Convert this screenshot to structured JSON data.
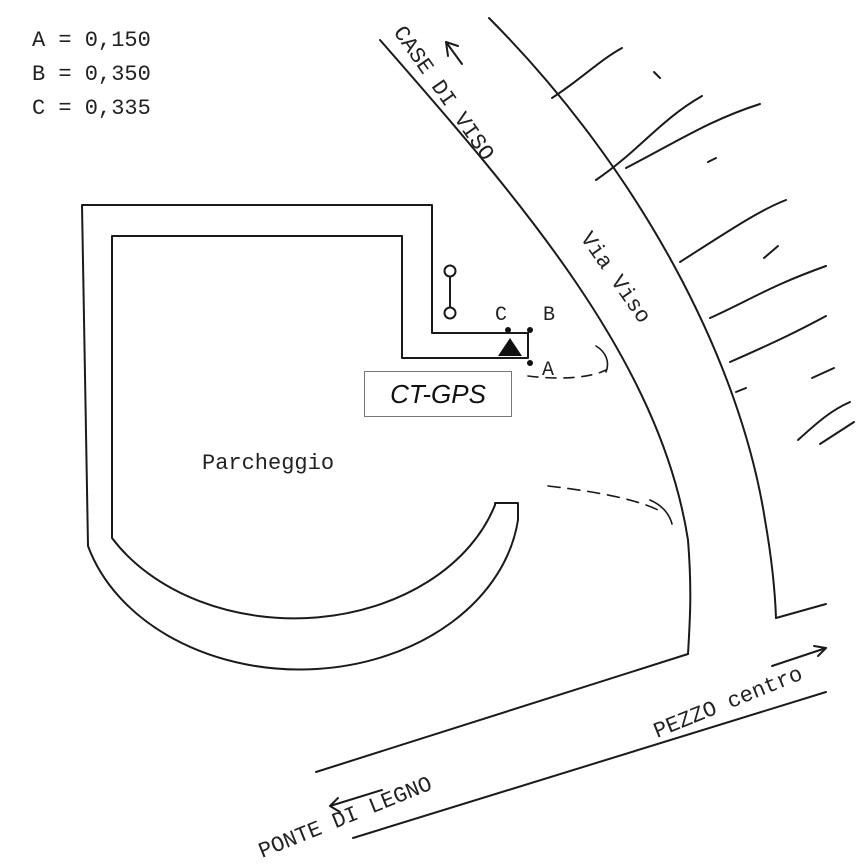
{
  "legend": [
    {
      "label": "A",
      "value": "A = 0,150"
    },
    {
      "label": "B",
      "value": "B = 0,350"
    },
    {
      "label": "C",
      "value": "C = 0,335"
    }
  ],
  "station": {
    "label": "CT-GPS"
  },
  "points": {
    "a": "A",
    "b": "B",
    "c": "C"
  },
  "places": {
    "parking": "Parcheggio",
    "road": "Via Viso",
    "case_di_viso": "CASE DI VISO",
    "pezzo_centro": "PEZZO centro",
    "ponte_di_legno": "PONTE DI LEGNO"
  }
}
